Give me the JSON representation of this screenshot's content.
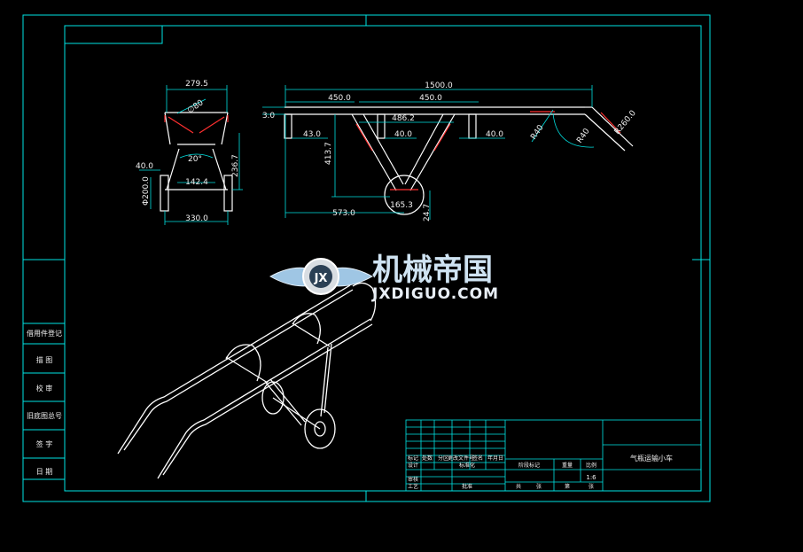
{
  "top_view_dims": {
    "width": "279.5",
    "angle": "20°",
    "inner": "142.4",
    "bottom": "330.0",
    "left_h": "40.0",
    "wheel_d": "Φ200.0",
    "right_h": "236.7",
    "small": "∅80"
  },
  "side_view_dims": {
    "total": "1500.0",
    "seg1": "450.0",
    "seg2": "450.0",
    "mid": "486.2",
    "left_t": "3.0",
    "a": "43.0",
    "b": "40.0",
    "c": "40.0",
    "height": "413.7",
    "len_573": "573.0",
    "arc_165": "165.3",
    "vert_24": "24.7",
    "diag": "R260.0",
    "r_a": "R40",
    "r_b": "R40"
  },
  "side_labels": [
    "借用件登记",
    "描 图",
    "校 审",
    "旧底图总号",
    "签 字",
    "日 期"
  ],
  "title_block": {
    "drawing_title": "气瓶运输小车",
    "scale": "1:6",
    "headers": [
      "阶段标记",
      "重量",
      "比例"
    ],
    "rows": [
      "标记",
      "处数",
      "分区",
      "更改文件号",
      "签名",
      "年月日"
    ],
    "roles": [
      "设计",
      "标准化",
      "审核",
      "工艺",
      "批准"
    ],
    "sheet": [
      "共",
      "张",
      "第",
      "张"
    ]
  },
  "watermark": {
    "cn": "机械帝国",
    "en": "JXDIGUO.COM",
    "logo": "JX"
  },
  "colors": {
    "frame": "#00e5e5",
    "line": "#ffffff",
    "dim": "#00e0e0",
    "accent": "#ff3030"
  }
}
